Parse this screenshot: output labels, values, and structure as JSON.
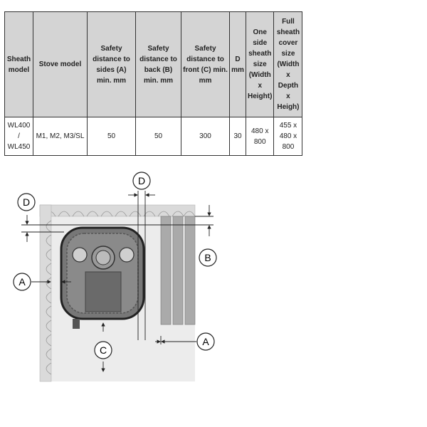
{
  "table": {
    "headers": [
      "Sheath model",
      "Stove model",
      "Safety distance to sides (A) min. mm",
      "Safety distance to back (B) min. mm",
      "Safety distance to front (C) min. mm",
      "D mm",
      "One side sheath size (Width x Height)",
      "Full sheath cover size (Width x Depth x Heigh)"
    ],
    "row": [
      "WL400 / WL450",
      "M1, M2, M3/SL",
      "50",
      "50",
      "300",
      "30",
      "480 x 800",
      "455 x 480 x 800"
    ]
  },
  "diagram": {
    "labels": {
      "d_top": "D",
      "d_left": "D",
      "a_left": "A",
      "a_right": "A",
      "b": "B",
      "c": "C"
    }
  }
}
